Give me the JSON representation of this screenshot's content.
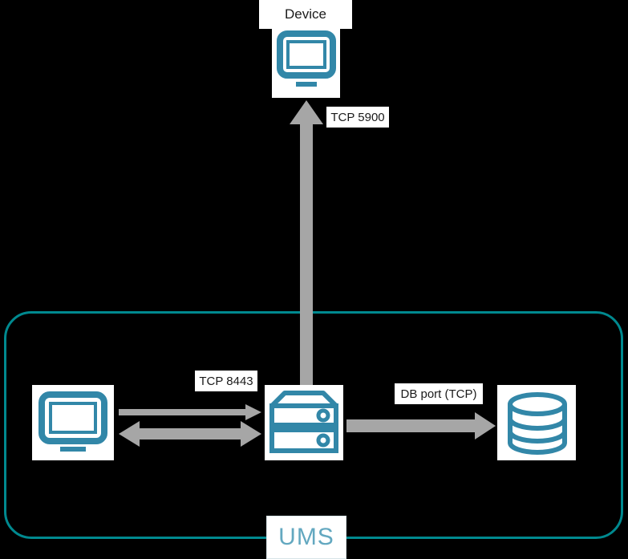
{
  "diagram": {
    "title": "UMS connection ports diagram",
    "background_color": "#000000",
    "accent_color": "#00898f",
    "icon_color": "#3287a8",
    "arrow_color": "#a6a6a6",
    "label_text_color": "#1a1a1a",
    "ums_text_color": "#63a8c0"
  },
  "nodes": {
    "device": {
      "label": "Device",
      "icon": "monitor-icon"
    },
    "client": {
      "label": "",
      "icon": "monitor-icon"
    },
    "server": {
      "label": "",
      "icon": "server-icon"
    },
    "database": {
      "label": "",
      "icon": "database-icon"
    },
    "boundary": {
      "label": "UMS"
    }
  },
  "connections": [
    {
      "id": "server-to-device",
      "label": "TCP 5900",
      "from": "server",
      "to": "device",
      "direction": "up",
      "style": "single-arrow-thick"
    },
    {
      "id": "client-to-server",
      "label": "TCP 8443",
      "from": "client",
      "to": "server",
      "direction": "bidirectional",
      "style": "thin-right-arrow-plus-double-arrow"
    },
    {
      "id": "server-to-database",
      "label": "DB port (TCP)",
      "from": "server",
      "to": "database",
      "direction": "right",
      "style": "single-arrow-thick"
    }
  ]
}
